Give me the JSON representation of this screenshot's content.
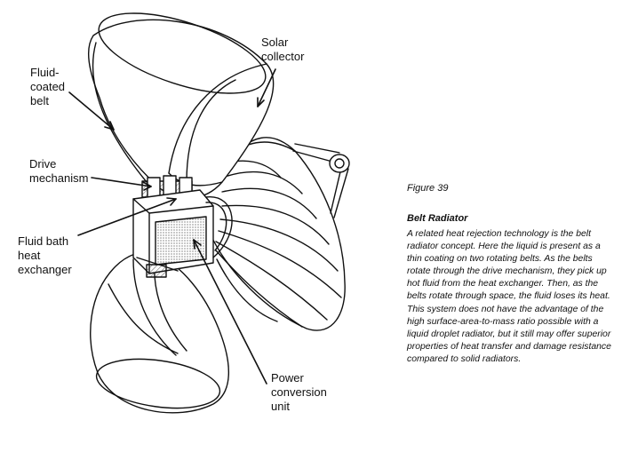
{
  "labels": {
    "fluid_coated_belt": "Fluid-\ncoated\nbelt",
    "solar_collector": "Solar\ncollector",
    "drive_mechanism": "Drive\nmechanism",
    "fluid_bath": "Fluid bath\nheat\nexchanger",
    "power_conversion": "Power\nconversion\nunit"
  },
  "caption": {
    "figure": "Figure 39",
    "title": "Belt Radiator",
    "body": "A related heat rejection technology is the belt radiator concept. Here the liquid is present as a thin coating on two rotating belts. As the belts rotate through the drive mechanism, they pick up hot fluid from the heat exchanger. Then, as the belts rotate through space, the fluid loses its heat. This system does not have the advantage of the high surface-area-to-mass ratio possible with a liquid droplet radiator, but it still may offer superior properties of heat transfer and damage resistance compared to solid radiators."
  },
  "colors": {
    "ink": "#111111",
    "paper": "#ffffff",
    "shade": "#d8d8d8"
  }
}
